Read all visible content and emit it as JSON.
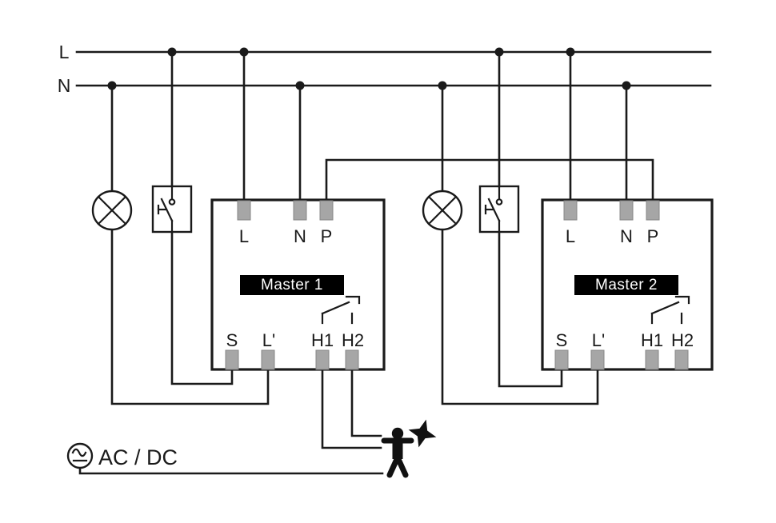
{
  "colors": {
    "wire": "#1a1a1a",
    "terminal_pad": "#a6a6a6",
    "device_label_bg": "#000000",
    "device_label_fg": "#ffffff",
    "background": "#ffffff"
  },
  "bus": {
    "l_label": "L",
    "n_label": "N"
  },
  "master1": {
    "title": "Master 1",
    "top_terminals": [
      "L",
      "N",
      "P"
    ],
    "bottom_terminals": [
      "S",
      "L'",
      "H1",
      "H2"
    ]
  },
  "master2": {
    "title": "Master 2",
    "top_terminals": [
      "L",
      "N",
      "P"
    ],
    "bottom_terminals": [
      "S",
      "L'",
      "H1",
      "H2"
    ]
  },
  "source": {
    "label": "AC / DC"
  },
  "icons": {
    "lamp": "lamp-icon",
    "push_button": "push-button-icon",
    "relay_contact": "relay-contact-icon",
    "ac_dc_source": "ac-dc-source-icon",
    "presence_person": "presence-person-icon",
    "fan": "fan-star-icon"
  }
}
